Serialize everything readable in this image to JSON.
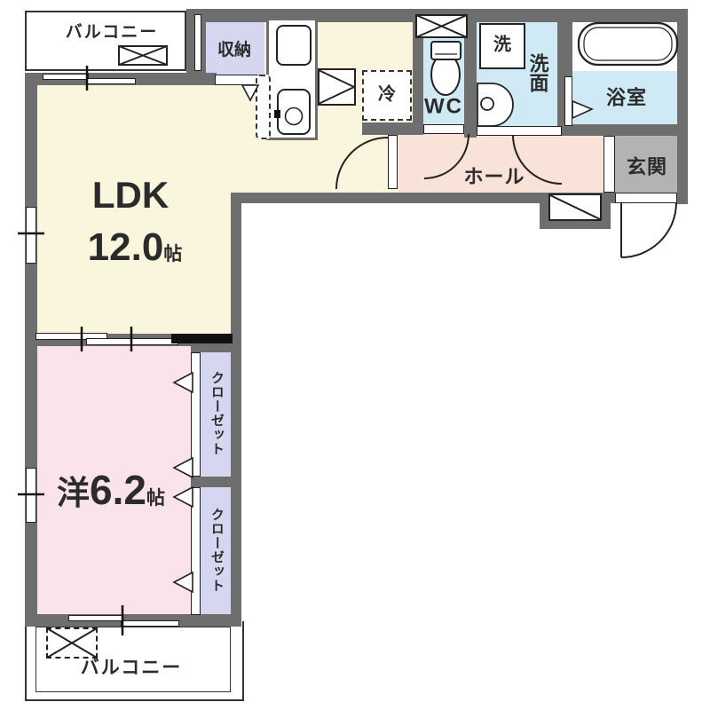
{
  "title": "1LDK floor plan",
  "rooms": {
    "ldk": {
      "label": "LDK",
      "size": "12.0",
      "unit": "帖"
    },
    "western": {
      "label": "洋",
      "size": "6.2",
      "unit": "帖"
    },
    "hall": {
      "label": "ホール"
    },
    "entrance": {
      "label": "玄関"
    },
    "bath": {
      "label": "浴室"
    },
    "washroom": {
      "label": "洗面"
    },
    "washer": {
      "label": "洗"
    },
    "wc": {
      "label": "WC"
    },
    "fridge": {
      "label": "冷"
    },
    "storage": {
      "label": "収納"
    },
    "closet_upper": {
      "label": "クローゼット"
    },
    "closet_lower": {
      "label": "クローゼット"
    },
    "balcony_top": {
      "label": "バルコニー"
    },
    "balcony_bottom": {
      "label": "バルコニー"
    }
  },
  "colors": {
    "wall": "#6e6e6e",
    "ldk": "#faf5dd",
    "western": "#fbe3eb",
    "hall": "#f9e3d8",
    "wet": "#cfeaf5",
    "storage": "#d6d6f0",
    "entrance": "#b3b3b3",
    "line": "#222222"
  }
}
